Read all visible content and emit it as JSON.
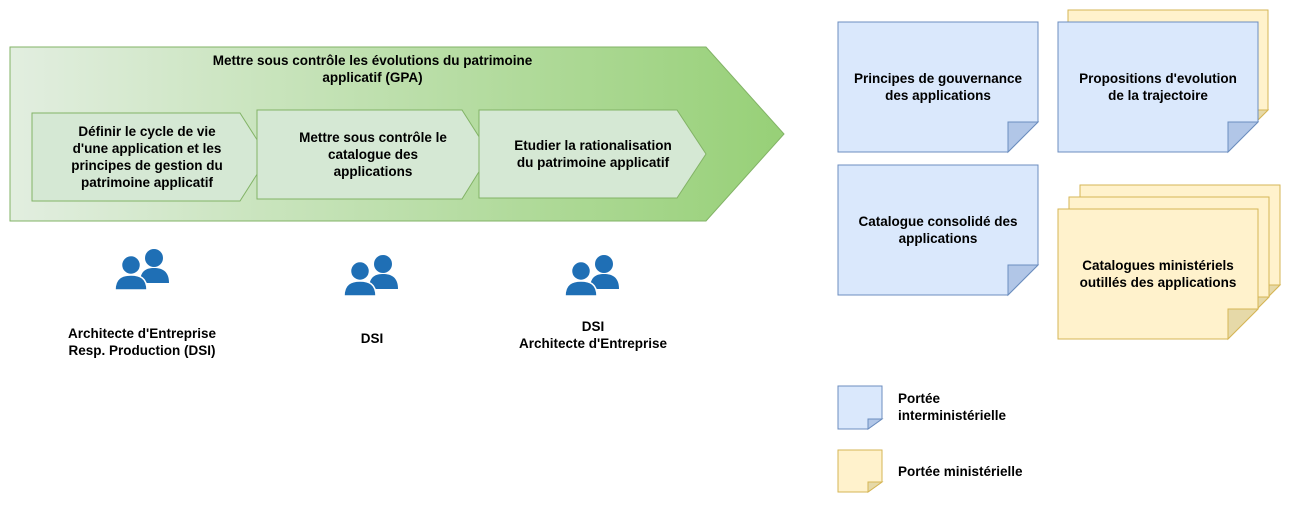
{
  "process": {
    "main_title": "Mettre sous contrôle les évolutions du patrimoine\napplicatif (GPA)",
    "steps": [
      {
        "label": "Définir le cycle de vie\nd'une application et les\nprincipes de gestion du\npatrimoine applicatif"
      },
      {
        "label": "Mettre sous contrôle le\ncatalogue des\napplications"
      },
      {
        "label": "Etudier la rationalisation\ndu patrimoine applicatif"
      }
    ]
  },
  "actors": [
    {
      "icon": "users-icon",
      "label": "Architecte d'Entreprise\nResp. Production (DSI)"
    },
    {
      "icon": "users-icon",
      "label": "DSI"
    },
    {
      "icon": "users-icon",
      "label": "DSI\nArchitecte d'Entreprise"
    }
  ],
  "deliverables": [
    {
      "label": "Principes de gouvernance\ndes applications",
      "scope": "interministerial"
    },
    {
      "label": "Propositions d'evolution\nde la trajectoire",
      "scope": "interministerial"
    },
    {
      "label": "Catalogue consolidé des\napplications",
      "scope": "interministerial"
    },
    {
      "label": "Catalogues ministériels\noutillés des applications",
      "scope": "ministerial"
    }
  ],
  "legend": [
    {
      "label": "Portée\ninterministérielle",
      "color": "#dae8fc"
    },
    {
      "label": "Portée ministérielle",
      "color": "#fff2cc"
    }
  ],
  "colors": {
    "arrow_green_light": "#e0ece0",
    "arrow_green_dark": "#97d077",
    "arrow_stroke": "#82b366",
    "step_fill": "#d5e8d4",
    "blue_fill": "#dae8fc",
    "blue_stroke": "#6c8ebf",
    "yellow_fill": "#fff2cc",
    "yellow_stroke": "#d6b656",
    "icon_blue": "#1f6fb5"
  }
}
